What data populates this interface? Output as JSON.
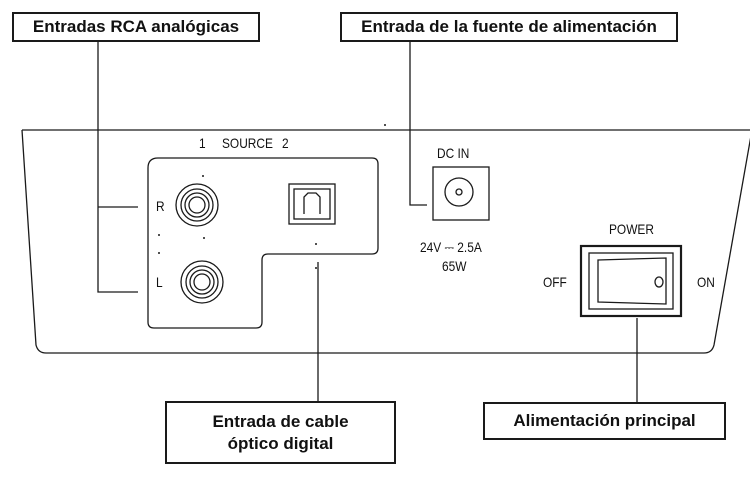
{
  "callouts": {
    "rca_inputs": "Entradas RCA analógicas",
    "power_input": "Entrada de la fuente de alimentación",
    "optical_line1": "Entrada de cable",
    "optical_line2": "óptico digital",
    "main_power": "Alimentación principal"
  },
  "panel": {
    "source_1": "1",
    "source_label": "SOURCE",
    "source_2": "2",
    "channel_r": "R",
    "channel_l": "L",
    "dc_in": "DC IN",
    "voltage": "24V ⎓ 2.5A",
    "wattage": "65W",
    "power": "POWER",
    "off": "OFF",
    "on": "ON"
  },
  "colors": {
    "line": "#1a1a1a",
    "background": "#ffffff"
  }
}
